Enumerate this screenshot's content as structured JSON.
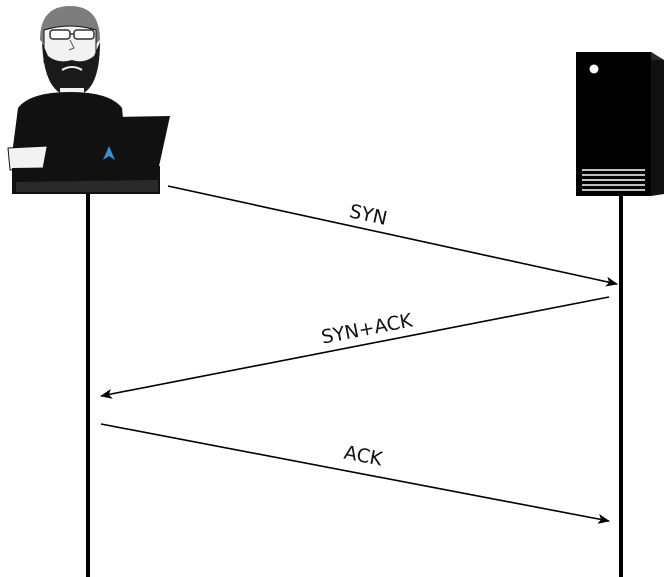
{
  "diagram": {
    "participants": [
      {
        "role": "client",
        "icon": "user-laptop-icon"
      },
      {
        "role": "server",
        "icon": "server-tower-icon"
      }
    ],
    "messages": [
      {
        "label": "SYN",
        "from": "client",
        "to": "server"
      },
      {
        "label": "SYN+ACK",
        "from": "server",
        "to": "client"
      },
      {
        "label": "ACK",
        "from": "client",
        "to": "server"
      }
    ],
    "colors": {
      "line": "#000000",
      "figure": "#111111",
      "beard": "#1a1a1a",
      "hair": "#7d7d7d",
      "skin": "#f2f2f2",
      "laptop_logo": "#3c8fd6"
    }
  }
}
